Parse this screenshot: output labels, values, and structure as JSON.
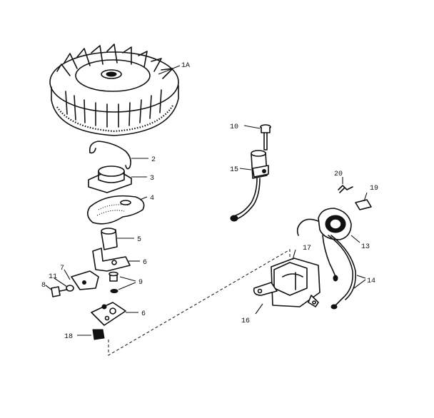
{
  "callouts": {
    "flywheel": "1A",
    "spring": "2",
    "cam": "3",
    "felt_wick": "4",
    "sleeve": "5",
    "breaker_arm_upper": "6",
    "breaker_arm_lower": "6",
    "stud": "7",
    "screw_left": "8",
    "screws": "9",
    "screw_top": "10",
    "washer": "11",
    "coil": "13",
    "ground_wire": "14",
    "condenser": "15",
    "bracket_lower": "16",
    "bracket_upper": "17",
    "clip": "18",
    "clip_right": "19",
    "spring_clip": "20"
  }
}
